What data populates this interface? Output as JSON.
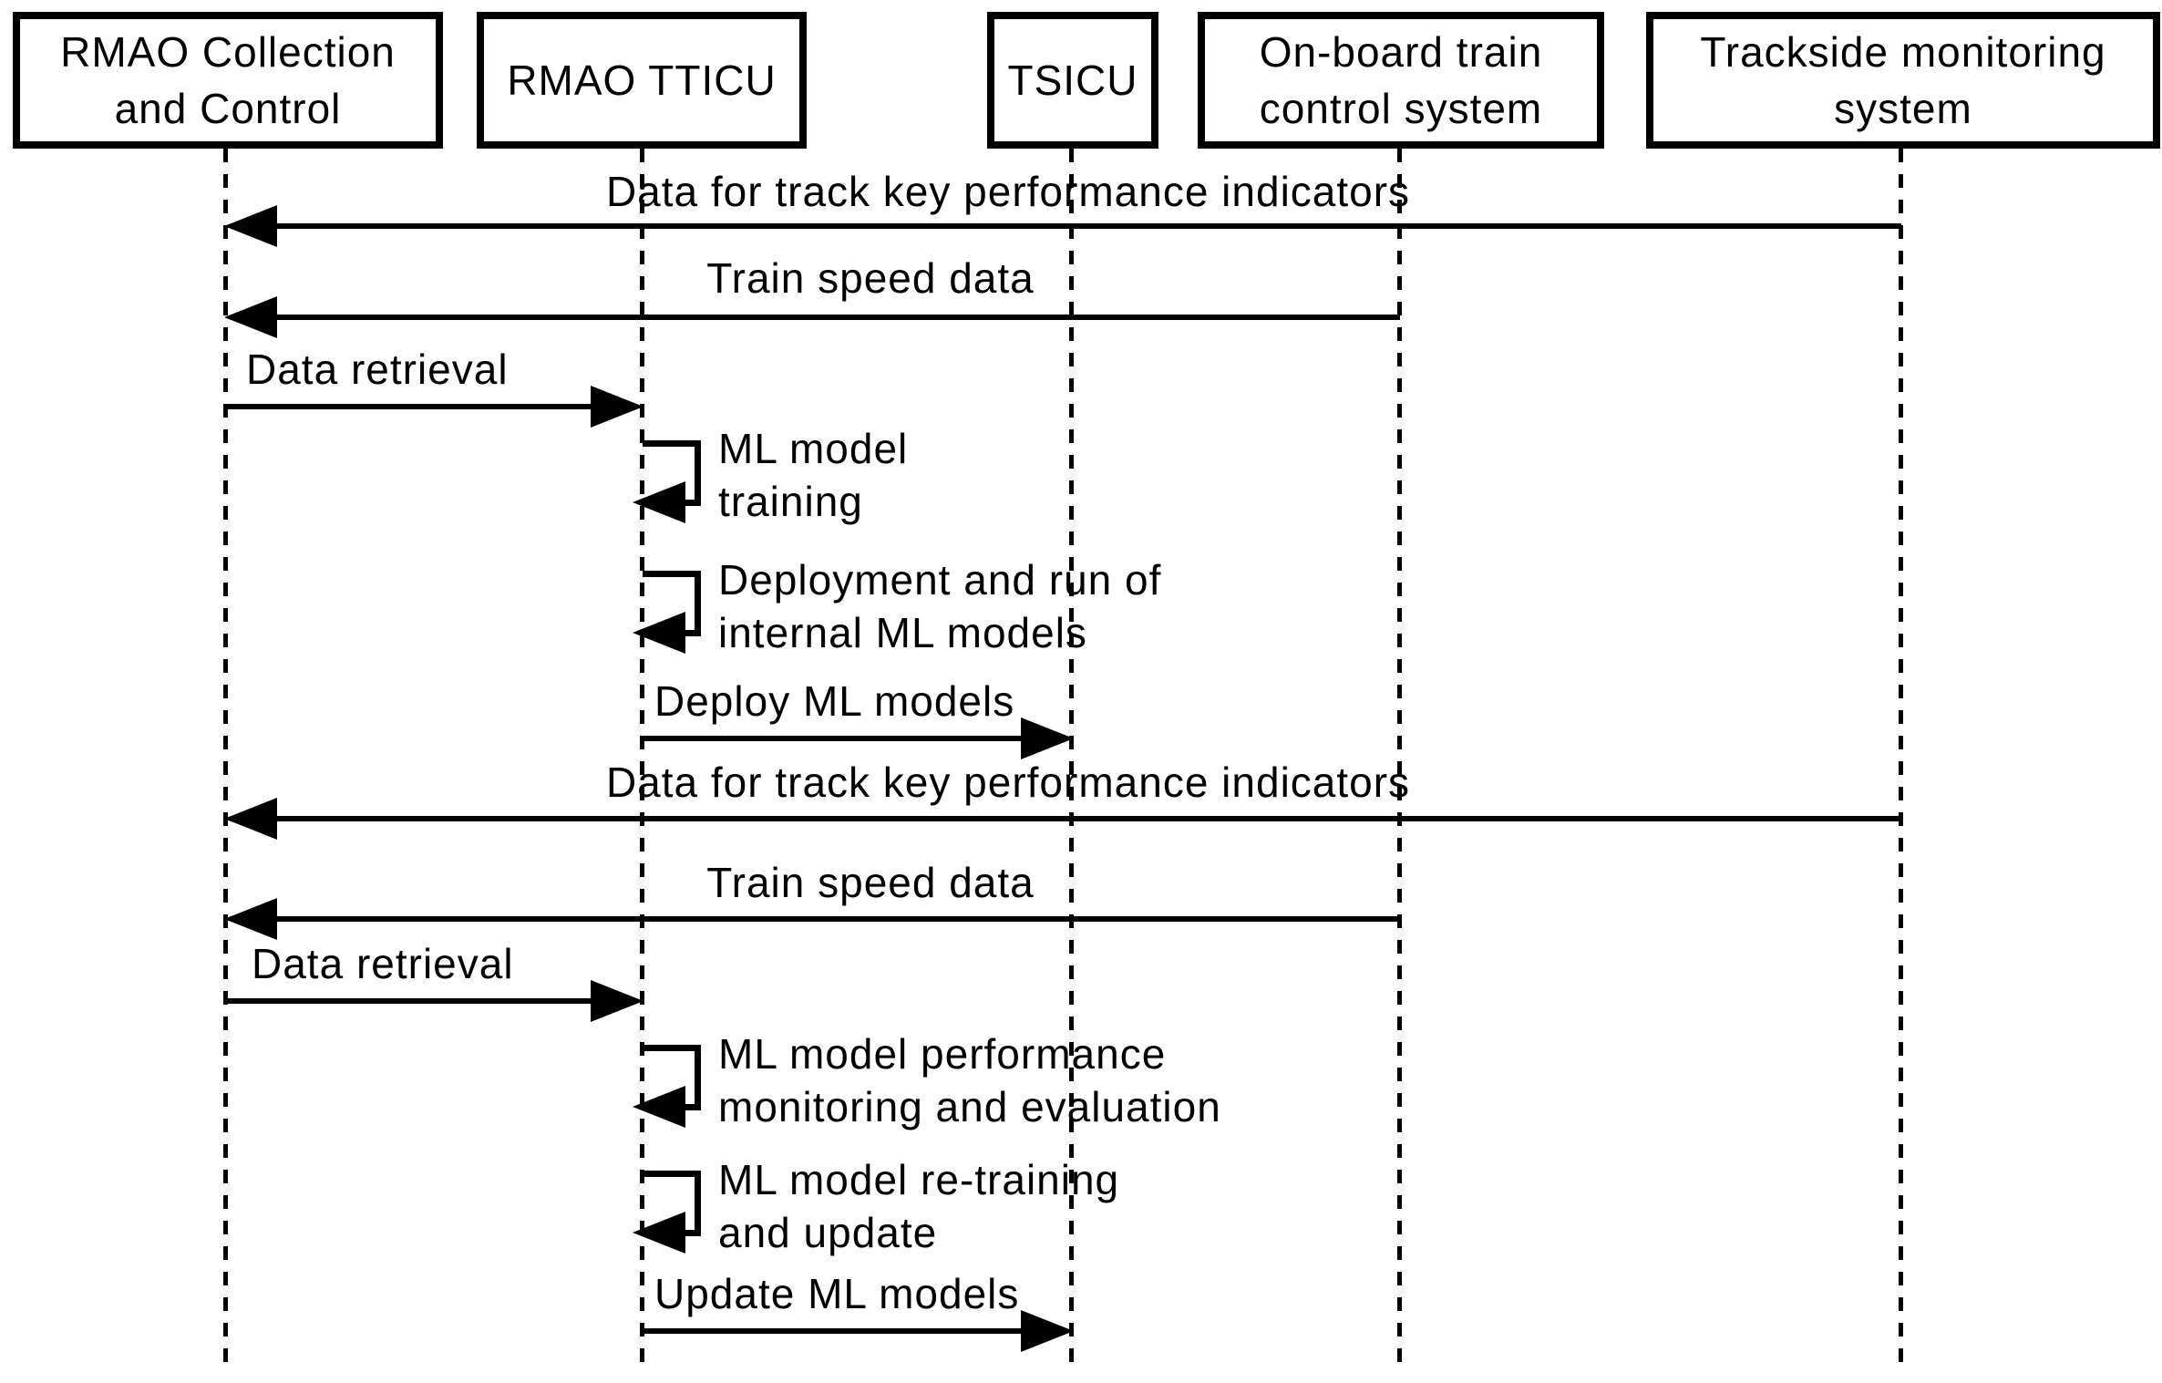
{
  "diagram": {
    "type": "uml-sequence-diagram",
    "colors": {
      "stroke": "#000000",
      "background": "#ffffff"
    },
    "actors": [
      {
        "id": "rmao-collection",
        "name": "RMAO Collection\nand Control"
      },
      {
        "id": "rmao-tticu",
        "name": "RMAO TTICU"
      },
      {
        "id": "tsicu",
        "name": "TSICU"
      },
      {
        "id": "onboard",
        "name": "On-board train\ncontrol system"
      },
      {
        "id": "trackside",
        "name": "Trackside monitoring\nsystem"
      }
    ],
    "messages": [
      {
        "label": "Data for track key performance indicators",
        "from": "trackside",
        "to": "rmao-collection",
        "kind": "arrow"
      },
      {
        "label": "Train speed data",
        "from": "onboard",
        "to": "rmao-collection",
        "kind": "arrow"
      },
      {
        "label": "Data retrieval",
        "from": "rmao-collection",
        "to": "rmao-tticu",
        "kind": "arrow"
      },
      {
        "label": "ML model\ntraining",
        "from": "rmao-tticu",
        "to": "rmao-tticu",
        "kind": "self"
      },
      {
        "label": "Deployment and run of\ninternal ML models",
        "from": "rmao-tticu",
        "to": "rmao-tticu",
        "kind": "self"
      },
      {
        "label": "Deploy ML models",
        "from": "rmao-tticu",
        "to": "tsicu",
        "kind": "arrow"
      },
      {
        "label": "Data for track key performance indicators",
        "from": "trackside",
        "to": "rmao-collection",
        "kind": "arrow"
      },
      {
        "label": "Train speed data",
        "from": "onboard",
        "to": "rmao-collection",
        "kind": "arrow"
      },
      {
        "label": "Data retrieval",
        "from": "rmao-collection",
        "to": "rmao-tticu",
        "kind": "arrow"
      },
      {
        "label": "ML model performance\nmonitoring and evaluation",
        "from": "rmao-tticu",
        "to": "rmao-tticu",
        "kind": "self"
      },
      {
        "label": "ML model re-training\nand update",
        "from": "rmao-tticu",
        "to": "rmao-tticu",
        "kind": "self"
      },
      {
        "label": "Update ML models",
        "from": "rmao-tticu",
        "to": "tsicu",
        "kind": "arrow"
      }
    ]
  }
}
